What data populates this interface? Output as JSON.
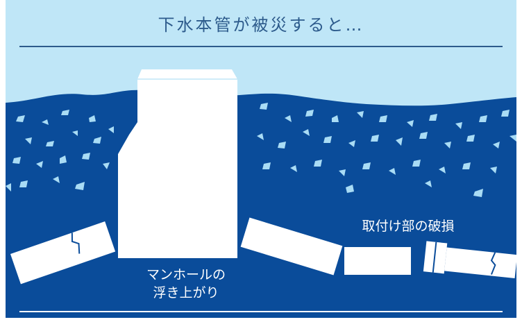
{
  "title": "下水本管が被災すると…",
  "labels": {
    "manhole_line1": "マンホールの",
    "manhole_line2": "浮き上がり",
    "joint_damage": "取付け部の破損"
  },
  "colors": {
    "sky": "#bfe6f7",
    "ground": "#0a4c9a",
    "title": "#2d5b8c",
    "particles": "#a9dcf5",
    "pipe": "#ffffff"
  }
}
